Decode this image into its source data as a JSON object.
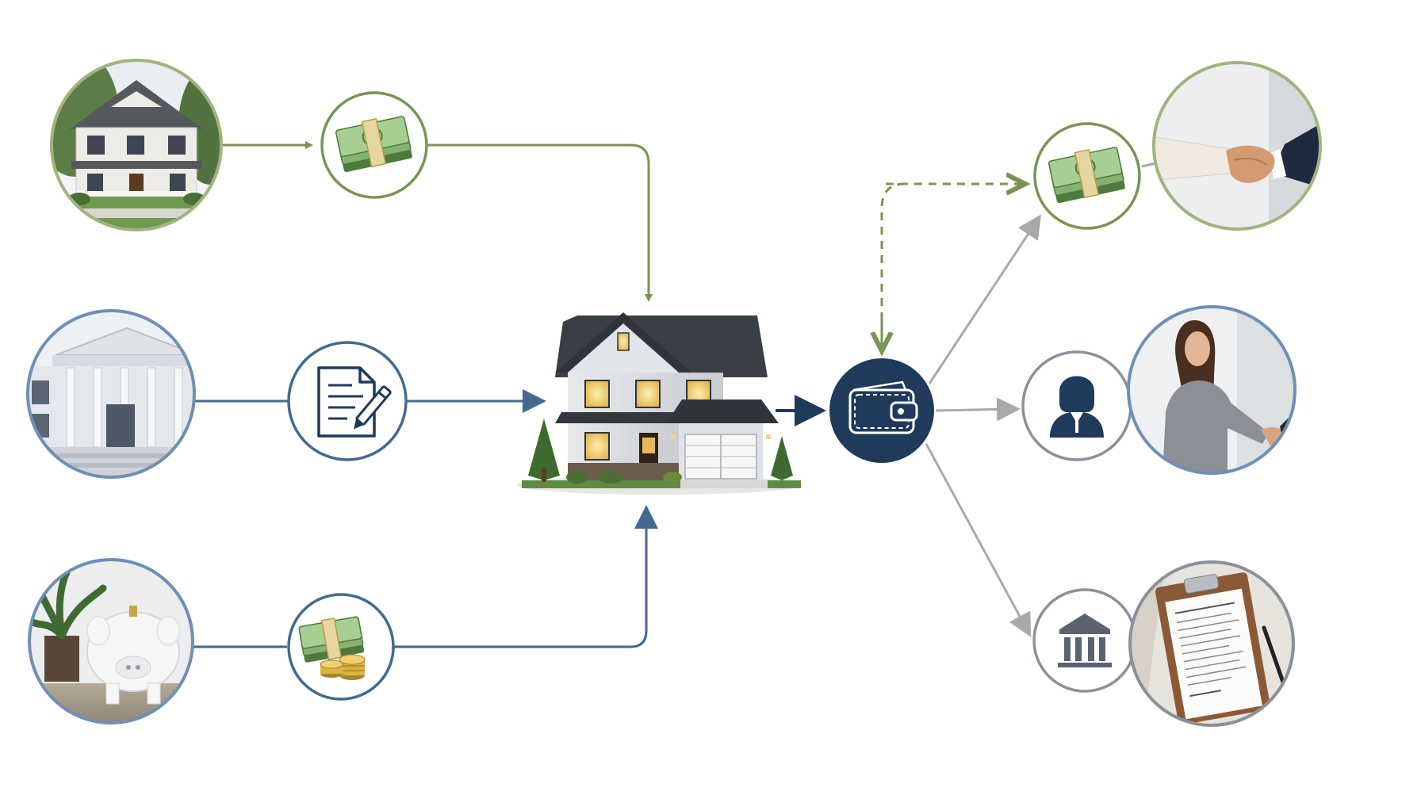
{
  "colors": {
    "background": "#ffffff",
    "green": "#7a9455",
    "green_dark": "#5f7a3e",
    "blue": "#44698f",
    "navy": "#1f3a5b",
    "gray": "#a9a9a9",
    "gray_ring": "#8b9099",
    "money": "#9fc58e",
    "money_dark": "#4f7a3e",
    "coin": "#d9b440",
    "coin_dark": "#a8842a"
  },
  "nodes": {
    "sources": [
      {
        "name": "existing-home-photo",
        "ring": "green",
        "icon": "dollar-bills-icon"
      },
      {
        "name": "bank-building-photo",
        "ring": "blue",
        "icon": "signed-document-icon"
      },
      {
        "name": "piggy-bank-photo",
        "ring": "blue",
        "icon": "cash-and-coins-icon"
      }
    ],
    "center": {
      "name": "new-house",
      "icon": "house-icon"
    },
    "hub": {
      "name": "wallet-hub",
      "icon": "wallet-icon"
    },
    "outcomes": [
      {
        "name": "cash-proceeds",
        "icon": "dollar-bills-icon",
        "photo": "handshake-photo"
      },
      {
        "name": "agent",
        "icon": "agent-person-icon",
        "photo": "agent-handshake-photo"
      },
      {
        "name": "bank-institution",
        "icon": "bank-icon",
        "photo": "clipboard-contract-photo"
      }
    ]
  }
}
